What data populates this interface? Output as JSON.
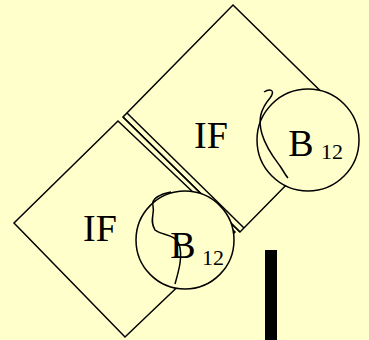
{
  "diagram": {
    "nodes": [
      {
        "text": [
          "IF"
        ]
      },
      {
        "text": [
          "B",
          "12"
        ]
      },
      {
        "text": [
          "IF"
        ]
      },
      {
        "text": [
          "B",
          "12"
        ]
      }
    ]
  }
}
